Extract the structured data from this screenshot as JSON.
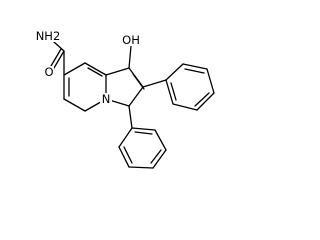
{
  "molecule": {
    "atoms": {
      "amide_n": "NH2",
      "amide_o": "O",
      "hydroxyl": "OH",
      "ring_n": "N"
    }
  }
}
